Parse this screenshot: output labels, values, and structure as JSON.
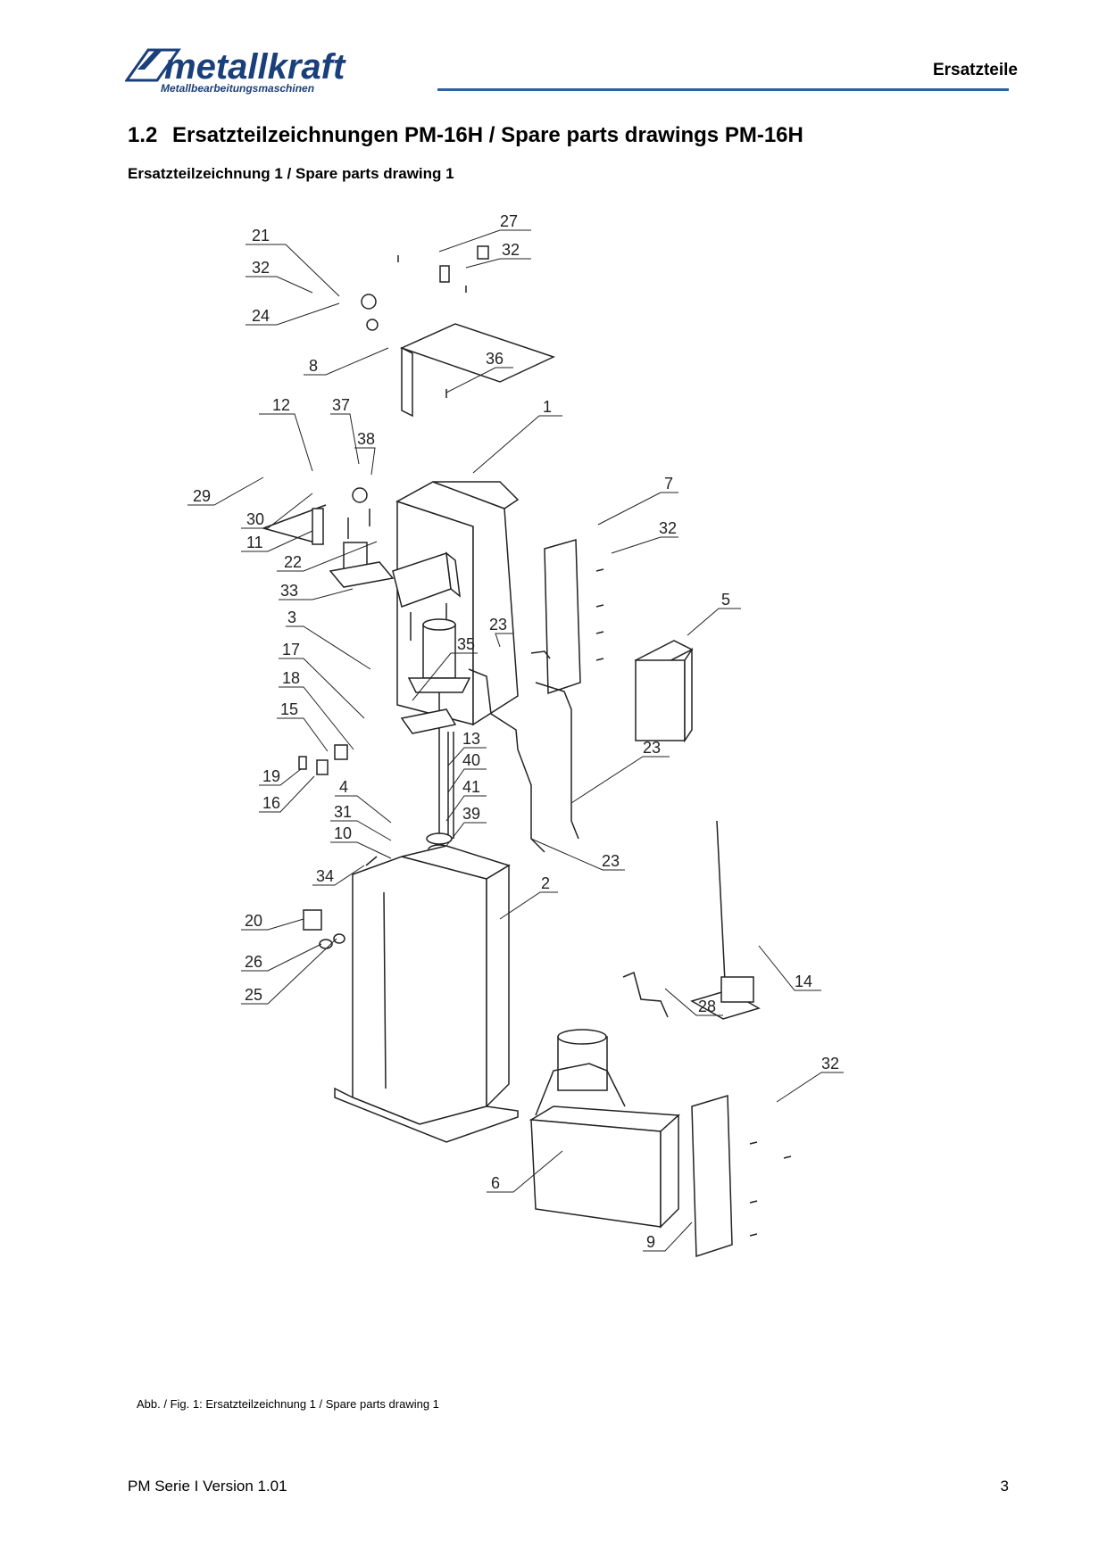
{
  "header": {
    "logo_text": "metallkraft",
    "logo_subtitle": "Metallbearbeitungsmaschinen",
    "section_title": "Ersatzteile",
    "accent_color": "#2a62a8"
  },
  "title": {
    "number": "1.2",
    "text": "Ersatzteilzeichnungen PM-16H / Spare parts drawings PM-16H"
  },
  "subtitle": "Ersatzteilzeichnung 1 / Spare parts drawing 1",
  "drawing": {
    "callouts": [
      "21",
      "27",
      "32",
      "32",
      "24",
      "8",
      "36",
      "12",
      "37",
      "38",
      "1",
      "29",
      "30",
      "11",
      "22",
      "7",
      "32",
      "33",
      "5",
      "3",
      "23",
      "17",
      "35",
      "18",
      "15",
      "13",
      "40",
      "19",
      "16",
      "4",
      "41",
      "31",
      "39",
      "10",
      "23",
      "23",
      "34",
      "2",
      "20",
      "26",
      "25",
      "14",
      "28",
      "32",
      "6",
      "9"
    ]
  },
  "caption": "Abb. / Fig. 1: Ersatzteilzeichnung 1 / Spare parts drawing 1",
  "footer": {
    "left": "PM Serie I Version 1.01",
    "page": "3"
  }
}
